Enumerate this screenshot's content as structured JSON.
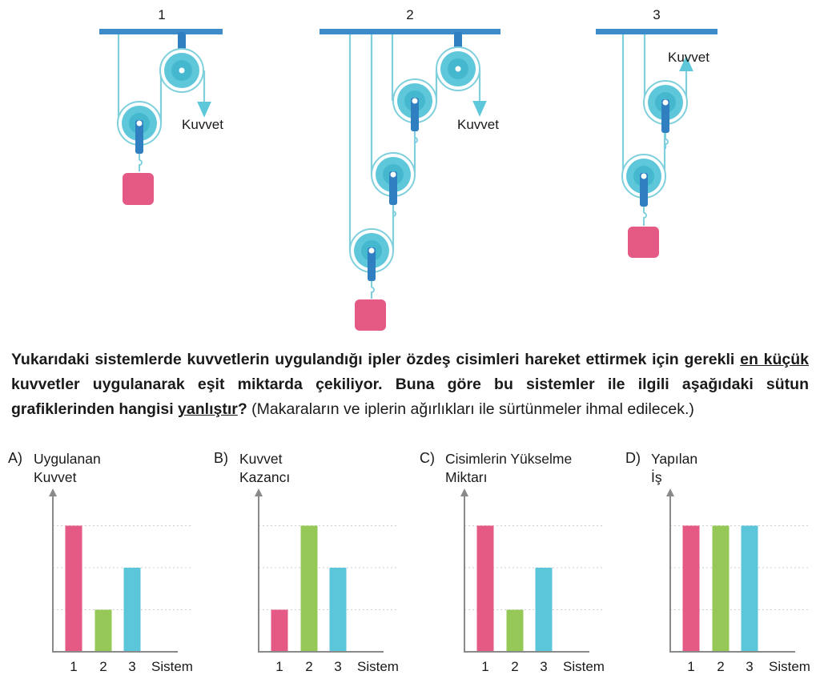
{
  "systems": [
    {
      "label": "1",
      "force_label": "Kuvvet"
    },
    {
      "label": "2",
      "force_label": "Kuvvet"
    },
    {
      "label": "3",
      "force_label": "Kuvvet"
    }
  ],
  "colors": {
    "ceiling": "#3d8bc9",
    "rope": "#7fd0dc",
    "pulley_outer": "#5ec8da",
    "pulley_inner": "#45b8cf",
    "rod": "#2f7fc1",
    "load": "#e55a84",
    "bar_pink": "#e55a84",
    "bar_green": "#96c857",
    "bar_blue": "#5bc6d9",
    "axis": "#8a8a8a"
  },
  "question": {
    "p1": "Yukarıdaki sistemlerde kuvvetlerin uygulandığı ipler özdeş cisimleri hareket ettirmek için gerekli ",
    "u1": "en küçük",
    "p2": " kuvvetler uygulanarak eşit miktarda çekiliyor. Buna göre bu sistemler ile ilgili aşağıdaki sütun grafiklerinden hangisi ",
    "u2": "yanlıştır",
    "p3": "?",
    "note": " (Makaraların ve iplerin ağırlıkları ile sürtünmeler ihmal edilecek.)"
  },
  "chart_data": [
    {
      "letter": "A)",
      "type": "bar",
      "ylabel": "Uygulanan\nKuvvet",
      "xlabel": "Sistem",
      "categories": [
        "1",
        "2",
        "3"
      ],
      "values": [
        3,
        1,
        2
      ],
      "ylim": [
        0,
        3.5
      ]
    },
    {
      "letter": "B)",
      "type": "bar",
      "ylabel": "Kuvvet\nKazancı",
      "xlabel": "Sistem",
      "categories": [
        "1",
        "2",
        "3"
      ],
      "values": [
        1,
        3,
        2
      ],
      "ylim": [
        0,
        3.5
      ]
    },
    {
      "letter": "C)",
      "type": "bar",
      "ylabel": "Cisimlerin Yükselme\nMiktarı",
      "xlabel": "Sistem",
      "categories": [
        "1",
        "2",
        "3"
      ],
      "values": [
        3,
        1,
        2
      ],
      "ylim": [
        0,
        3.5
      ]
    },
    {
      "letter": "D)",
      "type": "bar",
      "ylabel": "Yapılan\nİş",
      "xlabel": "Sistem",
      "categories": [
        "1",
        "2",
        "3"
      ],
      "values": [
        3,
        3,
        3
      ],
      "ylim": [
        0,
        3.5
      ]
    }
  ]
}
